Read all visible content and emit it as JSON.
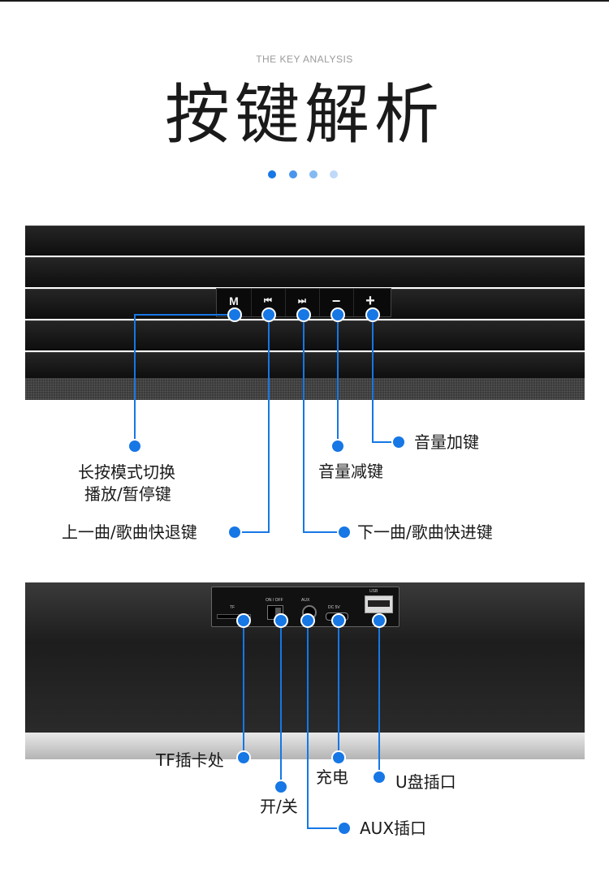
{
  "header": {
    "subtitle": "THE KEY ANALYSIS",
    "title": "按键解析",
    "dots": [
      "#1677e5",
      "#4a95ec",
      "#85b9f2",
      "#bfd9f8"
    ]
  },
  "keys": {
    "mode": "M",
    "prev": "⏮",
    "next": "⏭",
    "minus": "−",
    "plus": "+"
  },
  "key_labels": {
    "mode_line1": "长按模式切换",
    "mode_line2": "播放/暂停键",
    "volume_down": "音量减键",
    "volume_up": "音量加键",
    "prev": "上一曲/歌曲快退键",
    "next": "下一曲/歌曲快进键"
  },
  "ports": {
    "tf": "TF",
    "onoff": "ON / OFF",
    "aux": "AUX",
    "dc": "DC 5V",
    "usb": "USB"
  },
  "port_labels": {
    "tf": "TF插卡处",
    "power": "开/关",
    "charge": "充电",
    "usb": "U盘插口",
    "aux": "AUX插口"
  },
  "colors": {
    "accent": "#1677e5",
    "text": "#1a1a1a"
  }
}
